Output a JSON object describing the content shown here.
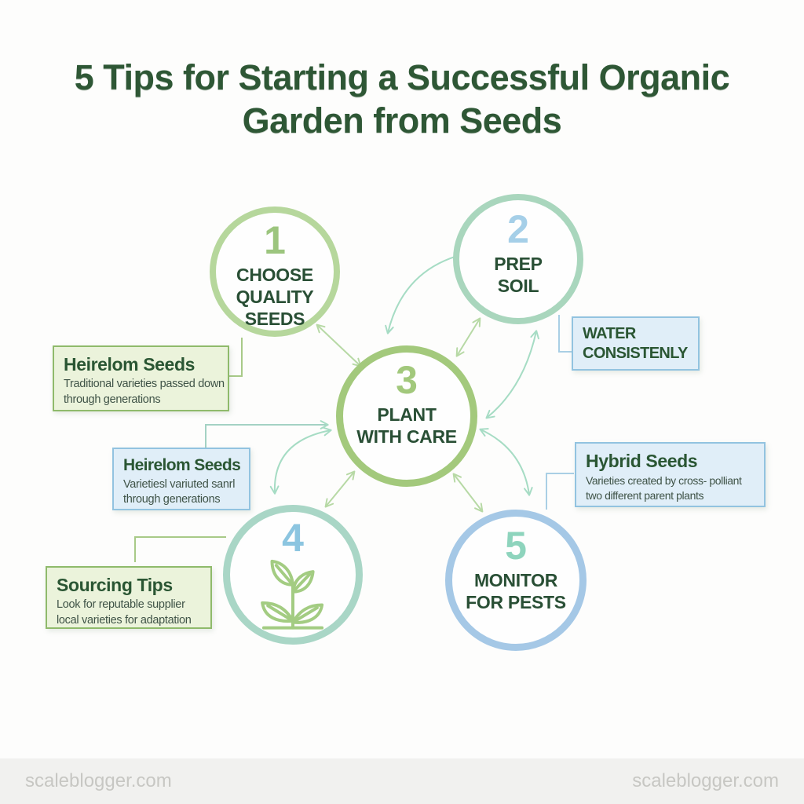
{
  "title": "5 Tips for Starting a Successful Organic Garden from Seeds",
  "nodes": [
    {
      "number": "1",
      "label": "CHOOSE QUALITY SEEDS",
      "lines": [
        "CHOOSE",
        "QUALITY",
        "SEEDS"
      ]
    },
    {
      "number": "2",
      "label": "PREP SOIL",
      "lines": [
        "PREP",
        "SOIL"
      ]
    },
    {
      "number": "3",
      "label": "PLANT WITH CARE",
      "lines": [
        "PLANT",
        "WITH CARE"
      ]
    },
    {
      "number": "4",
      "label": "",
      "icon": "seedling-icon",
      "lines": []
    },
    {
      "number": "5",
      "label": "MONITOR FOR PESTS",
      "lines": [
        "MONITOR",
        "FOR PESTS"
      ]
    }
  ],
  "callouts": [
    {
      "title": "Heirelom Seeds",
      "body": "Traditional varieties passed down through generations",
      "body_lines": [
        "Traditional varieties passed down",
        "through generations"
      ],
      "style": "green"
    },
    {
      "title": "Heirelom Seeds",
      "body": "Varietiesl variuted sanrl through generations",
      "body_lines": [
        "Varietiesl variuted sanrl",
        "through generations"
      ],
      "style": "blue"
    },
    {
      "title": "Sourcing Tips",
      "body": "Look for reputable supplier local varieties for adaptation",
      "body_lines": [
        "Look for reputable supplier",
        "local varieties for adaptation"
      ],
      "style": "green"
    },
    {
      "title": "WATER CONSISTENLY",
      "title_lines": [
        "WATER",
        "CONSISTENLY"
      ],
      "body": "",
      "style": "blue"
    },
    {
      "title": "Hybrid Seeds",
      "body": "Varieties created by cross- polliant two different parent plants",
      "body_lines": [
        "Varieties created by cross- polliant",
        "two different parent plants"
      ],
      "style": "blue"
    }
  ],
  "footer": {
    "left": "scaleblogger.com",
    "right": "scaleblogger.com"
  },
  "palette": {
    "title_green": "#2e5735",
    "label_green": "#294f35",
    "node1_border": "#b6d79c",
    "node1_number": "#9cc57e",
    "node2_border": "#a9d6bd",
    "node2_number": "#a5cfe8",
    "node3_border": "#a3c97c",
    "node3_number": "#a2c87c",
    "node4_border": "#a9d6c6",
    "node4_number": "#8cc5e0",
    "node5_border": "#a5c8e6",
    "node5_number": "#8ed4bd",
    "green_box_bg": "#ebf3db",
    "green_box_border": "#8fba6b",
    "blue_box_bg": "#e0eef8",
    "blue_box_border": "#92c3e0",
    "arrow_green": "#b7d9a5",
    "arrow_teal": "#a6dcc4",
    "seedling_icon": "#a3cc82",
    "footer_bg": "#f1f1ef",
    "footer_text": "#c7c7c3"
  }
}
